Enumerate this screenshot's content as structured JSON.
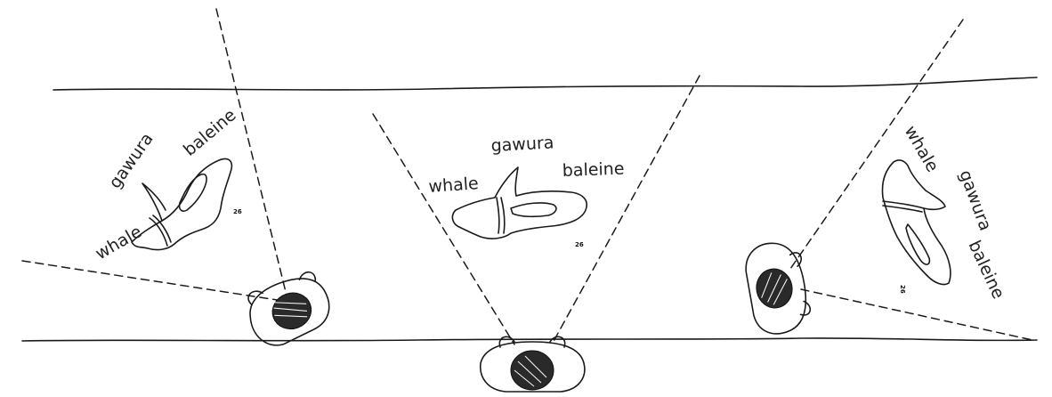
{
  "figure": {
    "background": "#ffffff",
    "ink_color": "#1a1a1a",
    "views": [
      {
        "id": "left",
        "labels": {
          "english": "whale",
          "indigenous": "gawura",
          "french": "baleine"
        },
        "marker": "26"
      },
      {
        "id": "center",
        "labels": {
          "english": "whale",
          "indigenous": "gawura",
          "french": "baleine"
        },
        "marker": "26"
      },
      {
        "id": "right",
        "labels": {
          "english": "whale",
          "indigenous": "gawura",
          "french": "baleine"
        },
        "marker": "26"
      }
    ]
  }
}
